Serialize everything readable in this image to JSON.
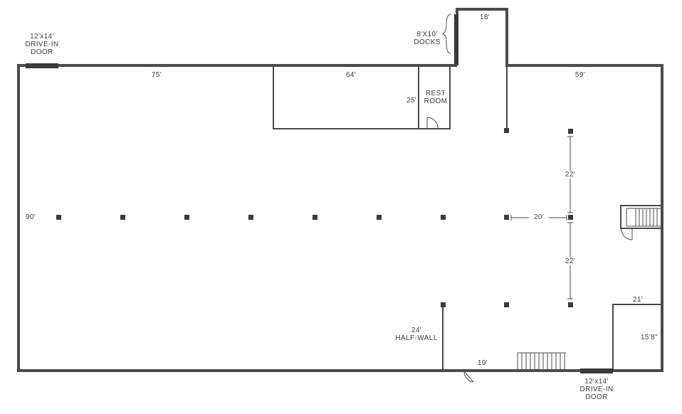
{
  "colors": {
    "wall": "#4a4a4a",
    "door_bar": "#3a3a3a",
    "column": "#3a3a3a",
    "text": "#3a3a3a",
    "background": "#ffffff"
  },
  "labels": {
    "dim_75": "75'",
    "dim_64": "64'",
    "dim_59": "59'",
    "dim_18": "18'",
    "dim_25": "25'",
    "dim_90": "90'",
    "dim_20": "20'",
    "dim_22_top": "22'",
    "dim_22_bottom": "22'",
    "dim_21": "21'",
    "dim_15_8": "15'8\"",
    "dim_19": "19'",
    "dim_24": "24'",
    "half_wall": "HALF-WALL",
    "rest": "REST",
    "room": "ROOM",
    "docks_size": "8'X10'",
    "docks": "DOCKS",
    "door_tl_size": "12'x14'",
    "door_tl_drive": "DRIVE-IN",
    "door_tl_door": "DOOR",
    "door_br_size": "12'x14'",
    "door_br_drive": "DRIVE-IN",
    "door_br_door": "DOOR"
  },
  "icons": {
    "column": "square-column-icon",
    "stairs": "stairs-icon",
    "door_swing": "door-swing-icon",
    "dock_brace": "brace-icon"
  }
}
